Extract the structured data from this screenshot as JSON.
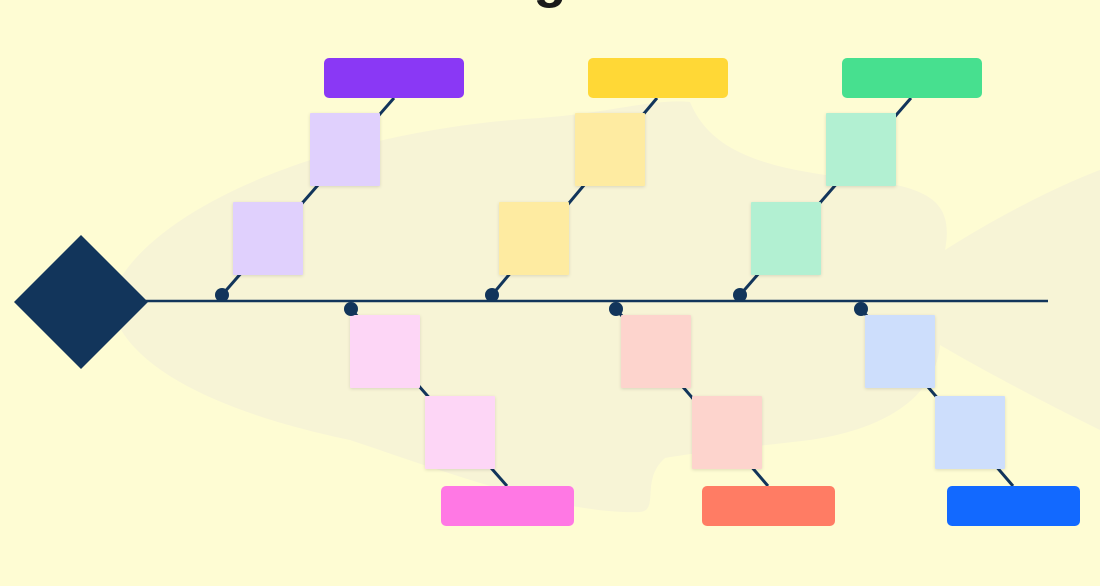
{
  "title_fragment": "g",
  "colors": {
    "background": "#FEFCD3",
    "fish_silhouette": "#F7F4D6",
    "spine": "#12355B",
    "head": "#12355B",
    "joint": "#12355B"
  },
  "head": {
    "shape": "diamond",
    "label": ""
  },
  "spine": {
    "label": ""
  },
  "categories": [
    {
      "id": "top-1",
      "side": "top",
      "label": "",
      "header_color": "#8A38F5",
      "note_color": "#E0D0FD",
      "notes": [
        "",
        ""
      ]
    },
    {
      "id": "top-2",
      "side": "top",
      "label": "",
      "header_color": "#FFD836",
      "note_color": "#FEEBA1",
      "notes": [
        "",
        ""
      ]
    },
    {
      "id": "top-3",
      "side": "top",
      "label": "",
      "header_color": "#47E08F",
      "note_color": "#B2F0D2",
      "notes": [
        "",
        ""
      ]
    },
    {
      "id": "bottom-1",
      "side": "bottom",
      "label": "",
      "header_color": "#FF78E4",
      "note_color": "#FDD6F6",
      "notes": [
        "",
        ""
      ]
    },
    {
      "id": "bottom-2",
      "side": "bottom",
      "label": "",
      "header_color": "#FF7C64",
      "note_color": "#FDD4CD",
      "notes": [
        "",
        ""
      ]
    },
    {
      "id": "bottom-3",
      "side": "bottom",
      "label": "",
      "header_color": "#1269FF",
      "note_color": "#CDDEFC",
      "notes": [
        "",
        ""
      ]
    }
  ]
}
